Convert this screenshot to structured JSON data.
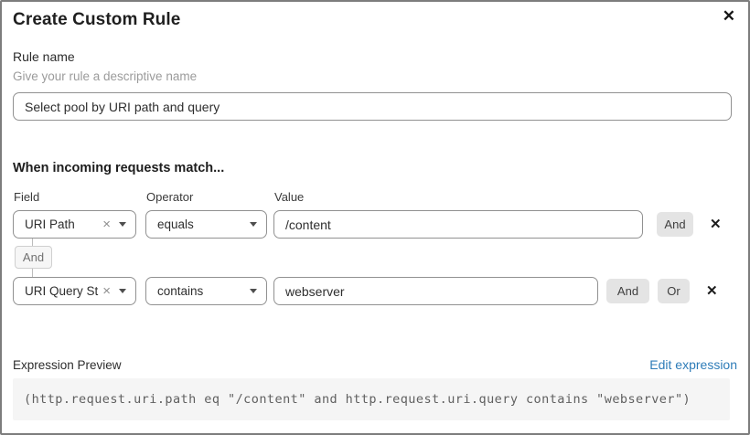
{
  "modal": {
    "title": "Create Custom Rule"
  },
  "icons": {
    "close": "✕",
    "remove_row": "✕",
    "clear_selection": "×"
  },
  "rule_name": {
    "label": "Rule name",
    "help": "Give your rule a descriptive name",
    "value": "Select pool by URI path and query"
  },
  "matcher": {
    "heading": "When incoming requests match...",
    "columns": {
      "field": "Field",
      "operator": "Operator",
      "value": "Value"
    },
    "connector": "And",
    "rows": [
      {
        "field": "URI Path",
        "operator": "equals",
        "value": "/content",
        "and_label": "And"
      },
      {
        "field": "URI Query St...",
        "operator": "contains",
        "value": "webserver",
        "and_label": "And",
        "or_label": "Or"
      }
    ]
  },
  "expression": {
    "label": "Expression Preview",
    "edit_link": "Edit expression",
    "code": "(http.request.uri.path eq \"/content\" and http.request.uri.query contains \"webserver\")"
  },
  "colors": {
    "link": "#2e7cb8",
    "button_bg": "#e4e4e4",
    "button_text": "#3f3f3f",
    "border": "#919191",
    "code_bg": "#f5f5f5",
    "code_text": "#606060",
    "connector_bg": "#f6f6f6",
    "connector_border": "#cfcfcf",
    "modal_border": "#7d7d7d"
  }
}
